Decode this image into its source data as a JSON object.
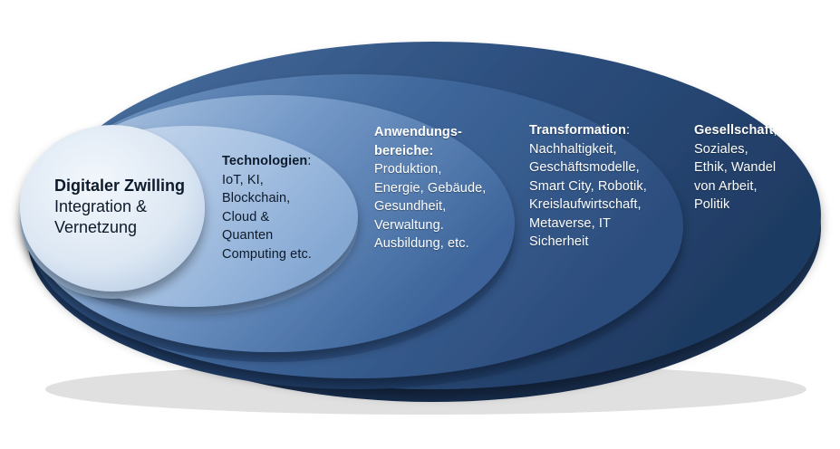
{
  "rings": [
    {
      "id": "core",
      "heading": "Digitaler Zwilling",
      "suffix": "",
      "lines": [
        "Integration &",
        "Vernetzung"
      ]
    },
    {
      "id": "technologien",
      "heading": "Technologien",
      "suffix": ":",
      "lines": [
        "IoT, KI,",
        "Blockchain,",
        "Cloud &",
        "Quanten",
        "Computing etc."
      ]
    },
    {
      "id": "anwendungsbereiche",
      "heading_lines": [
        "Anwendungs-",
        "bereiche:"
      ],
      "lines": [
        "Produktion,",
        "Energie, Gebäude,",
        "Gesundheit,",
        "Verwaltung.",
        "Ausbildung, etc."
      ]
    },
    {
      "id": "transformation",
      "heading": "Transformation",
      "suffix": ":",
      "lines": [
        "Nachhaltigkeit,",
        "Geschäftsmodelle,",
        "Smart City, Robotik,",
        "Kreislaufwirtschaft,",
        "Metaverse, IT",
        "Sicherheit"
      ]
    },
    {
      "id": "gesellschaft",
      "heading": "Gesellschaft",
      "suffix": ",",
      "lines": [
        "Soziales,",
        "Ethik, Wandel",
        "von Arbeit,",
        "Politik"
      ]
    }
  ],
  "colors": {
    "outer": "#2d4d7a",
    "mid": "#4a73a6",
    "inner": "#8eb0d6",
    "core": "#dde8f4"
  }
}
